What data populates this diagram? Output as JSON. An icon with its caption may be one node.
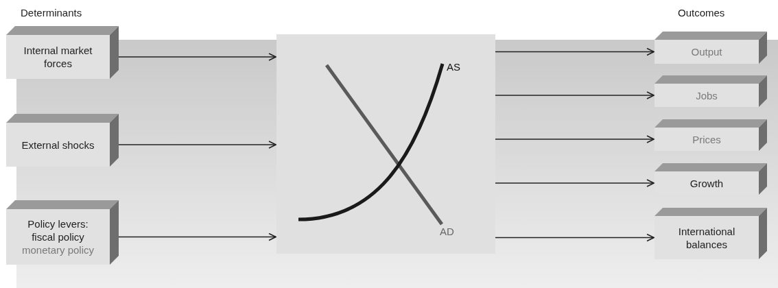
{
  "diagram": {
    "nodes": [
      {
        "text": [
          "Internal market forces"
        ]
      },
      {
        "text": [
          "External shocks"
        ]
      },
      {
        "text": [
          "Policy levers: fiscal policy",
          "monetary policy"
        ]
      },
      {
        "text": [
          "AS",
          "AD"
        ]
      },
      {
        "text": [
          "Output"
        ]
      },
      {
        "text": [
          "Jobs"
        ]
      },
      {
        "text": [
          "Prices"
        ]
      },
      {
        "text": [
          "Growth"
        ]
      },
      {
        "text": [
          "International balances"
        ]
      }
    ],
    "edges": [
      {
        "from": 0,
        "to": 3,
        "arrow": "to"
      },
      {
        "from": 1,
        "to": 3,
        "arrow": "to"
      },
      {
        "from": 2,
        "to": 3,
        "arrow": "to"
      },
      {
        "from": 3,
        "to": 4,
        "arrow": "to"
      },
      {
        "from": 3,
        "to": 5,
        "arrow": "to"
      },
      {
        "from": 3,
        "to": 6,
        "arrow": "to"
      },
      {
        "from": 3,
        "to": 7,
        "arrow": "to"
      },
      {
        "from": 3,
        "to": 8,
        "arrow": "to"
      }
    ],
    "labels": [
      "Determinants",
      "Outcomes"
    ]
  }
}
